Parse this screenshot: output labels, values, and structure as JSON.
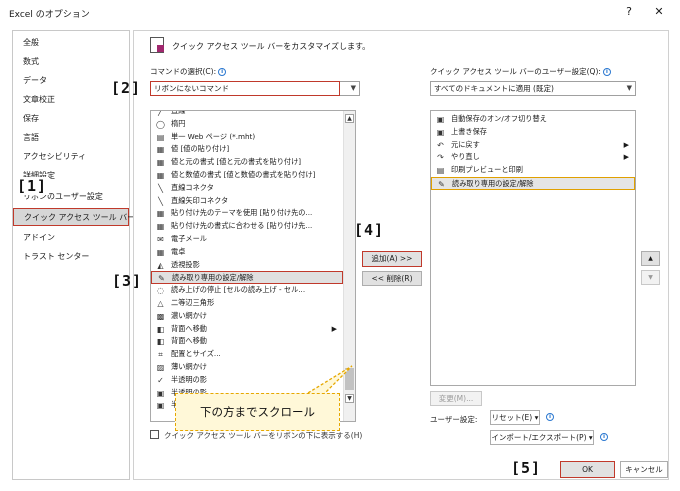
{
  "window": {
    "title": "Excel のオプション",
    "help": "?",
    "close": "✕"
  },
  "sidebar": {
    "items": [
      {
        "label": "全般"
      },
      {
        "label": "数式"
      },
      {
        "label": "データ"
      },
      {
        "label": "文章校正"
      },
      {
        "label": "保存"
      },
      {
        "label": "言語"
      },
      {
        "label": "アクセシビリティ"
      },
      {
        "label": "詳細設定"
      },
      {
        "label": "リボンのユーザー設定"
      },
      {
        "label": "クイック アクセス ツール バー"
      },
      {
        "label": "アドイン"
      },
      {
        "label": "トラスト センター"
      }
    ]
  },
  "main": {
    "header": "クイック アクセス ツール バーをカスタマイズします。",
    "commands_label": "コマンドの選択(C):",
    "commands_value": "リボンにないコマンド",
    "qat_label": "クイック アクセス ツール バーのユーザー設定(Q):",
    "qat_value": "すべてのドキュメントに適用 (既定)",
    "left_list": [
      {
        "label": "直線",
        "icon": "╱"
      },
      {
        "label": "楕円",
        "icon": "◯"
      },
      {
        "label": "単一 Web ページ (*.mht)",
        "icon": "▤"
      },
      {
        "label": "値 [値の貼り付け]",
        "icon": "▦"
      },
      {
        "label": "値と元の書式 [値と元の書式を貼り付け]",
        "icon": "▦"
      },
      {
        "label": "値と数値の書式 [値と数値の書式を貼り付け]",
        "icon": "▦"
      },
      {
        "label": "直線コネクタ",
        "icon": "╲"
      },
      {
        "label": "直線矢印コネクタ",
        "icon": "╲"
      },
      {
        "label": "貼り付け先のテーマを使用 [貼り付け先の...",
        "icon": "▦"
      },
      {
        "label": "貼り付け先の書式に合わせる [貼り付け先...",
        "icon": "▦"
      },
      {
        "label": "電子メール",
        "icon": "✉"
      },
      {
        "label": "電卓",
        "icon": "▦"
      },
      {
        "label": "透視投影",
        "icon": "◭"
      },
      {
        "label": "読み取り専用の設定/解除",
        "icon": "✎"
      },
      {
        "label": "読み上げの停止 [セルの読み上げ - セル...",
        "icon": "◌"
      },
      {
        "label": "二等辺三角形",
        "icon": "△"
      },
      {
        "label": "濃い網かけ",
        "icon": "▩"
      },
      {
        "label": "背面へ移動",
        "icon": "◧"
      },
      {
        "label": "背面へ移動",
        "icon": "◧"
      },
      {
        "label": "配置とサイズ...",
        "icon": "⌗"
      },
      {
        "label": "薄い網かけ",
        "icon": "▨"
      },
      {
        "label": "半透明の影",
        "icon": "✓"
      },
      {
        "label": "半透明の影",
        "icon": "▣"
      },
      {
        "label": "半透明の影",
        "icon": "▣"
      }
    ],
    "submenu_row": 17,
    "add_button": "追加(A) >>",
    "remove_button": "<< 削除(R)",
    "right_list": [
      {
        "label": "自動保存のオン/オフ切り替え",
        "icon": "▣"
      },
      {
        "label": "上書き保存",
        "icon": "▣"
      },
      {
        "label": "元に戻す",
        "icon": "↶"
      },
      {
        "label": "やり直し",
        "icon": "↷"
      },
      {
        "label": "印刷プレビューと印刷",
        "icon": "▤"
      },
      {
        "label": "読み取り専用の設定/解除",
        "icon": "✎"
      }
    ],
    "modify_button": "変更(M)...",
    "user_settings_label": "ユーザー設定:",
    "reset_button": "リセット(E)",
    "import_export_button": "インポート/エクスポート(P)",
    "show_below_checkbox": "クイック アクセス ツール バーをリボンの下に表示する(H)",
    "ok_button": "OK",
    "cancel_button": "キャンセル"
  },
  "annotations": {
    "m1": "[1]",
    "m2": "[2]",
    "m3": "[3]",
    "m4": "[4]",
    "m5": "[5]",
    "callout": "下の方までスクロール"
  },
  "colors": {
    "highlight_red": "#c0392b",
    "callout_border": "#e6a700",
    "callout_fill": "#fff8d8",
    "info_blue": "#2b78d0"
  }
}
